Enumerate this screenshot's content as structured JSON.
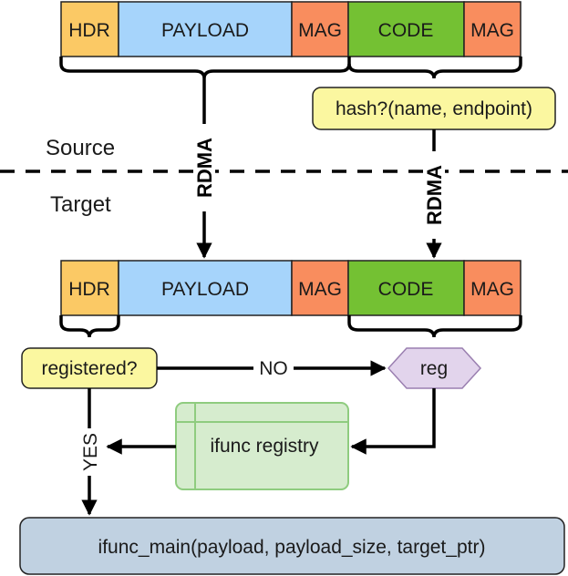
{
  "colors": {
    "hdr": "#fbc965",
    "payload": "#a6d4fb",
    "mag": "#f98d5e",
    "code": "#74c133",
    "note": "#fbf7a0",
    "reg": "#e2d4ec",
    "registry": "#d6ecce",
    "main": "#c0d1e1"
  },
  "source_packet": {
    "hdr": "HDR",
    "payload": "PAYLOAD",
    "mag1": "MAG",
    "code": "CODE",
    "mag2": "MAG"
  },
  "target_packet": {
    "hdr": "HDR",
    "payload": "PAYLOAD",
    "mag1": "MAG",
    "code": "CODE",
    "mag2": "MAG"
  },
  "hash_label": "hash?(name, endpoint)",
  "source_label": "Source",
  "target_label": "Target",
  "rdma_left": "RDMA",
  "rdma_right": "RDMA",
  "registered_label": "registered?",
  "no_label": "NO",
  "reg_label": "reg",
  "yes_label": "YES",
  "registry_label": "ifunc registry",
  "main_label": "ifunc_main(payload, payload_size, target_ptr)"
}
